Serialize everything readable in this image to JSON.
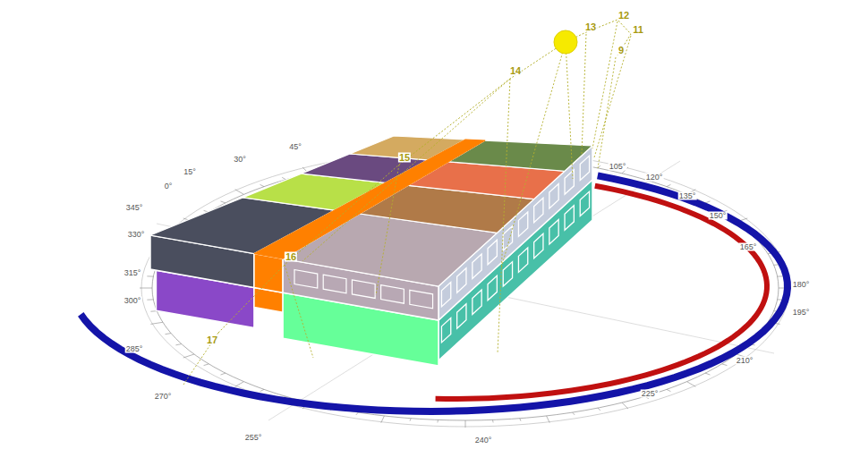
{
  "diagram": {
    "labels": [
      "12",
      "13",
      "11",
      "9",
      "14",
      "15",
      "16",
      "17",
      "0°",
      "15°",
      "30°",
      "45°",
      "345°",
      "330°",
      "315°",
      "300°",
      "285°",
      "270°",
      "255°",
      "240°",
      "225°",
      "210°",
      "195°",
      "180°",
      "165°",
      "150°",
      "135°",
      "120°",
      "105°"
    ]
  }
}
